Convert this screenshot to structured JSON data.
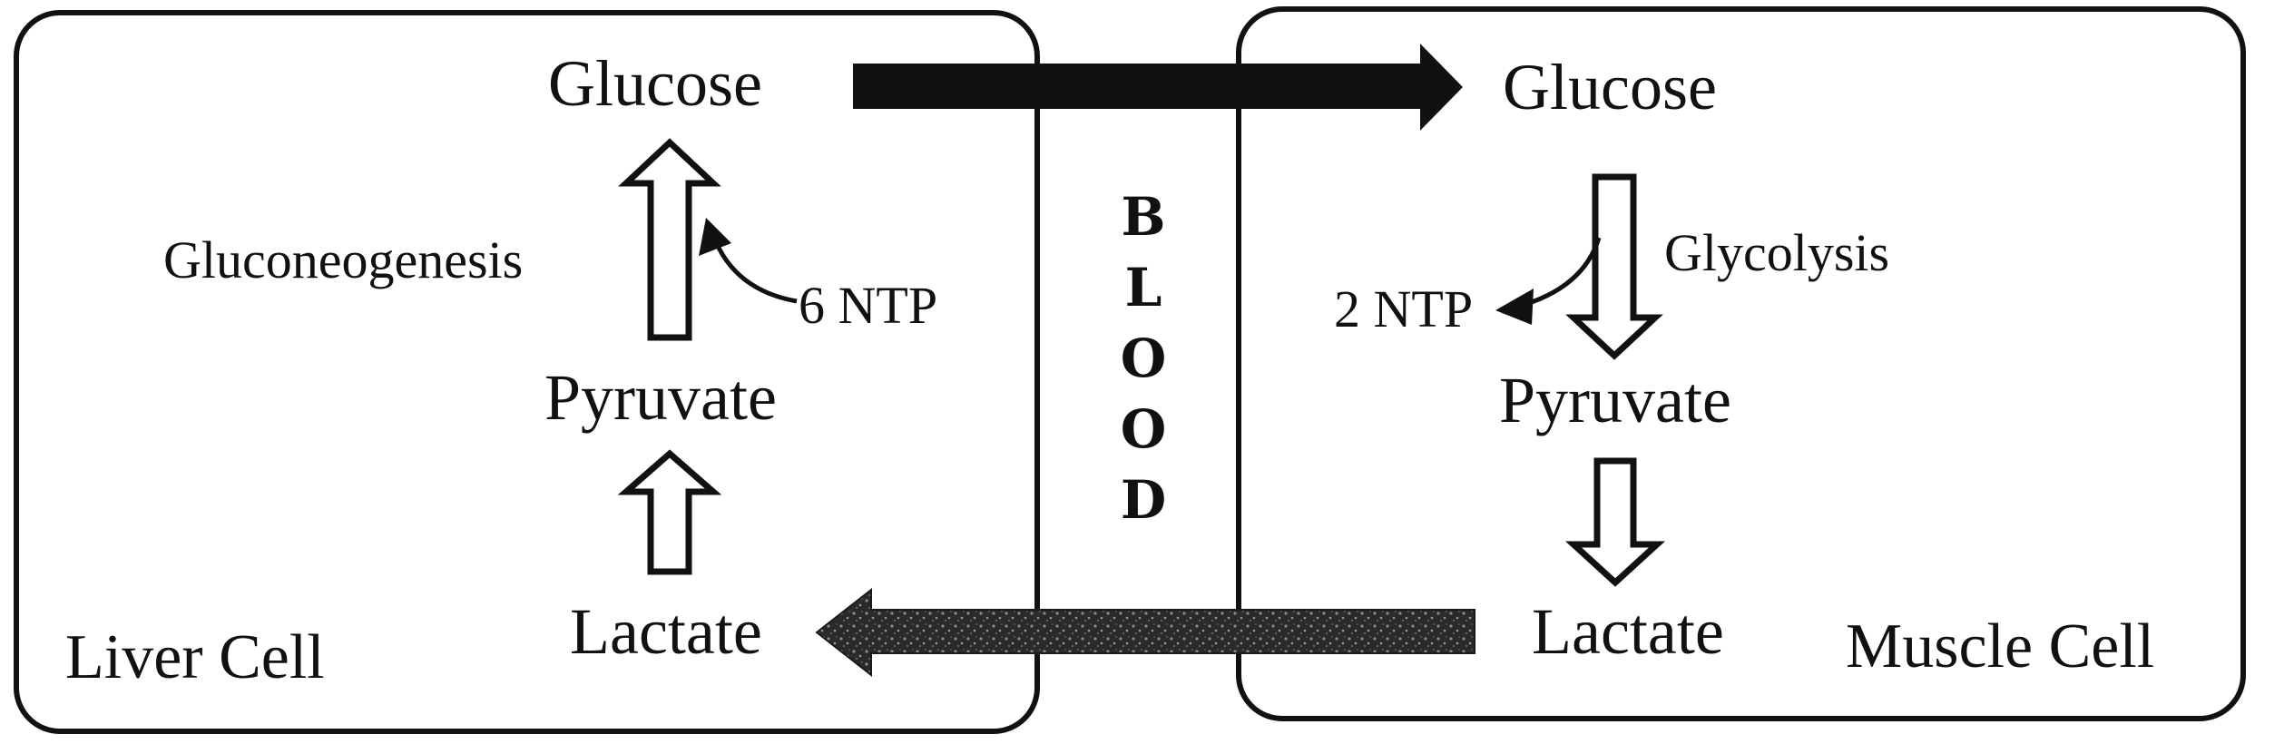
{
  "liver_cell": {
    "label": "Liver Cell",
    "glucose": "Glucose",
    "pyruvate": "Pyruvate",
    "lactate": "Lactate",
    "process": "Gluconeogenesis",
    "energy": "6 NTP"
  },
  "blood": {
    "letters": [
      "B",
      "L",
      "O",
      "O",
      "D"
    ]
  },
  "muscle_cell": {
    "label": "Muscle Cell",
    "glucose": "Glucose",
    "pyruvate": "Pyruvate",
    "lactate": "Lactate",
    "process": "Glycolysis",
    "energy": "2 NTP"
  },
  "colors": {
    "ink": "#111111",
    "background": "#ffffff"
  }
}
